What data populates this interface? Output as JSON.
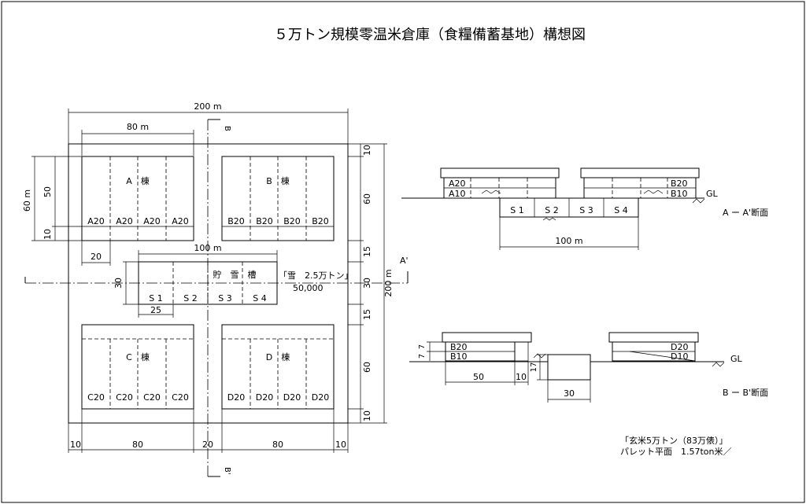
{
  "title": "５万トン規模零温米倉庫（食糧備蓄基地）構想図",
  "plan": {
    "dim_total_width": "200 m",
    "dim_building_width": "80 m",
    "dim_building_depth": "60 m",
    "dim_inner_50": "50",
    "dim_inner_10": "10",
    "dim_20": "20",
    "dim_tank_width": "100 m",
    "dim_tank_30": "30",
    "dim_25": "25",
    "dim_right_total": "200 m",
    "right_segments": [
      "10",
      "60",
      "15",
      "30",
      "15",
      "60",
      "10"
    ],
    "bottom_segments": [
      "10",
      "80",
      "20",
      "80",
      "10"
    ],
    "section_a_label": "A'",
    "section_b_top_label": "B",
    "section_b_bottom_label": "B'",
    "building_a": {
      "label": "A　棟",
      "bays": [
        "A20",
        "A20",
        "A20",
        "A20"
      ]
    },
    "building_b": {
      "label": "B　棟",
      "bays": [
        "B20",
        "B20",
        "B20",
        "B20"
      ]
    },
    "building_c": {
      "label": "C　棟",
      "bays": [
        "C20",
        "C20",
        "C20",
        "C20"
      ]
    },
    "building_d": {
      "label": "D　棟",
      "bays": [
        "D20",
        "D20",
        "D20",
        "D20"
      ]
    },
    "snow_tank": {
      "label": "貯　雪　槽",
      "slots": [
        "S 1",
        "S 2",
        "S 3",
        "S 4"
      ]
    },
    "snow_note": "「雪　2.5万トン」",
    "snow_volume": "50,000"
  },
  "section_aa": {
    "caption": "A ー A'断面",
    "left_top": "A20",
    "left_bottom": "A10",
    "right_top": "B20",
    "right_bottom": "B10",
    "gl": "GL",
    "slots": [
      "S 1",
      "S 2",
      "S 3",
      "S 4"
    ],
    "dim": "100 m"
  },
  "section_bb": {
    "caption": "B ー B'断面",
    "left_top": "B20",
    "left_bottom": "B10",
    "right_top": "D20",
    "right_bottom": "D10",
    "gl": "GL",
    "dim_7a": "7",
    "dim_7b": "7",
    "dim_17": "17",
    "dim_50": "50",
    "dim_10": "10",
    "dim_30": "30"
  },
  "notes": {
    "line1": "「玄米5万トン（83万俵）」",
    "line2": "パレット平面　1.57ton米／"
  }
}
